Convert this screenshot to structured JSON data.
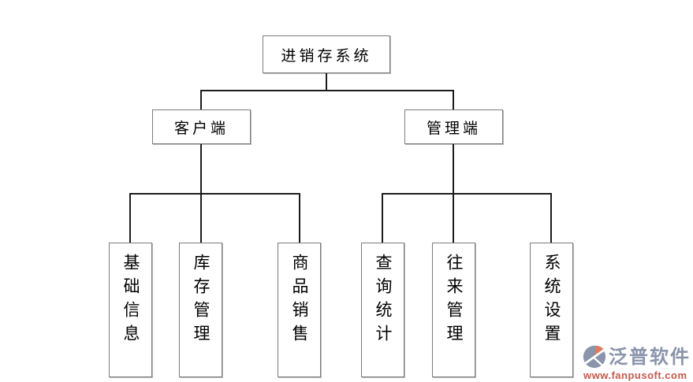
{
  "diagram": {
    "type": "tree",
    "title": "进销存系统",
    "root": {
      "label": "进销存系统",
      "children": [
        {
          "label": "客户端",
          "children": [
            {
              "label": "基础信息"
            },
            {
              "label": "库存管理"
            },
            {
              "label": "商品销售"
            }
          ]
        },
        {
          "label": "管理端",
          "children": [
            {
              "label": "查询统计"
            },
            {
              "label": "往来管理"
            },
            {
              "label": "系统设置"
            }
          ]
        }
      ]
    }
  },
  "watermark": {
    "brand": "泛普软件",
    "url": "www.fanpusoft.com",
    "brand_color": "#8a94ab",
    "url_color": "#c8584a",
    "icon": "fanpu-circle-swoosh"
  },
  "colors": {
    "background": "#ffffff",
    "connector": "#1c1c1c",
    "box_border": "#7c7c7c",
    "box_text": "#000000"
  }
}
